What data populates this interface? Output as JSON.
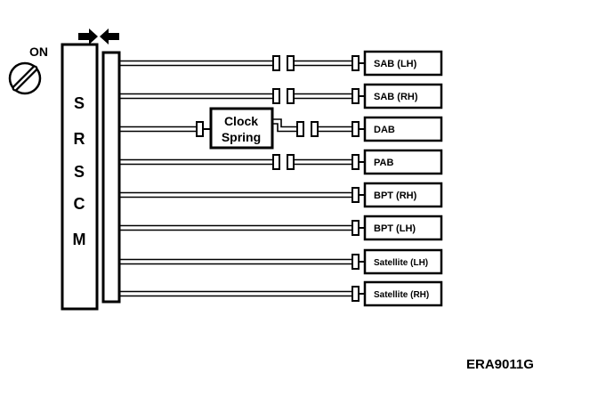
{
  "ignition": {
    "label": "ON"
  },
  "module": {
    "letters": [
      "S",
      "R",
      "S",
      "C",
      "M"
    ]
  },
  "clock_spring": {
    "line1": "Clock",
    "line2": "Spring"
  },
  "components": [
    {
      "label": "SAB (LH)",
      "connector": "double"
    },
    {
      "label": "SAB (RH)",
      "connector": "double"
    },
    {
      "label": "DAB",
      "connector": "clock-spring"
    },
    {
      "label": "PAB",
      "connector": "double"
    },
    {
      "label": "BPT (RH)",
      "connector": "single"
    },
    {
      "label": "BPT (LH)",
      "connector": "single"
    },
    {
      "label": "Satellite (LH)",
      "connector": "single"
    },
    {
      "label": "Satellite (RH)",
      "connector": "single"
    }
  ],
  "figure_id": "ERA9011G"
}
